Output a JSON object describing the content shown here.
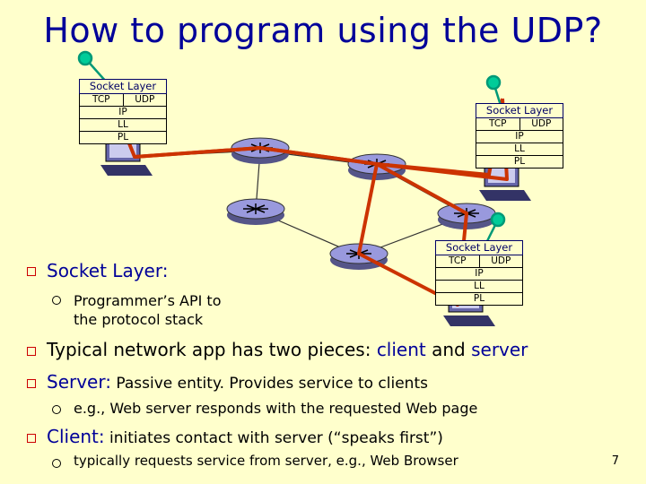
{
  "title": "How to program using the UDP?",
  "stacks": {
    "socket_layer": "Socket Layer",
    "tcp": "TCP",
    "udp": "UDP",
    "ip": "IP",
    "ll": "LL",
    "pl": "PL"
  },
  "bullets": {
    "socket_label": "Socket Layer:",
    "socket_sub": "Programmer’s API to",
    "socket_sub2": "the protocol stack",
    "app_prefix": "Typical network app has two pieces: ",
    "app_client": "client",
    "app_and": " and ",
    "app_server": "server",
    "server_label": "Server:",
    "server_desc": " Passive entity. Provides service to clients",
    "server_sub": "e.g., Web server responds with the requested Web page",
    "client_label": "Client:",
    "client_desc": " initiates contact with server (“speaks first”)",
    "client_sub": "typically requests service from server, e.g., Web Browser"
  },
  "page_number": "7",
  "colors": {
    "background": "#FFFFCC",
    "title": "#000099",
    "route": "#CC3300",
    "link": "#008866",
    "router": "#8888CC"
  }
}
